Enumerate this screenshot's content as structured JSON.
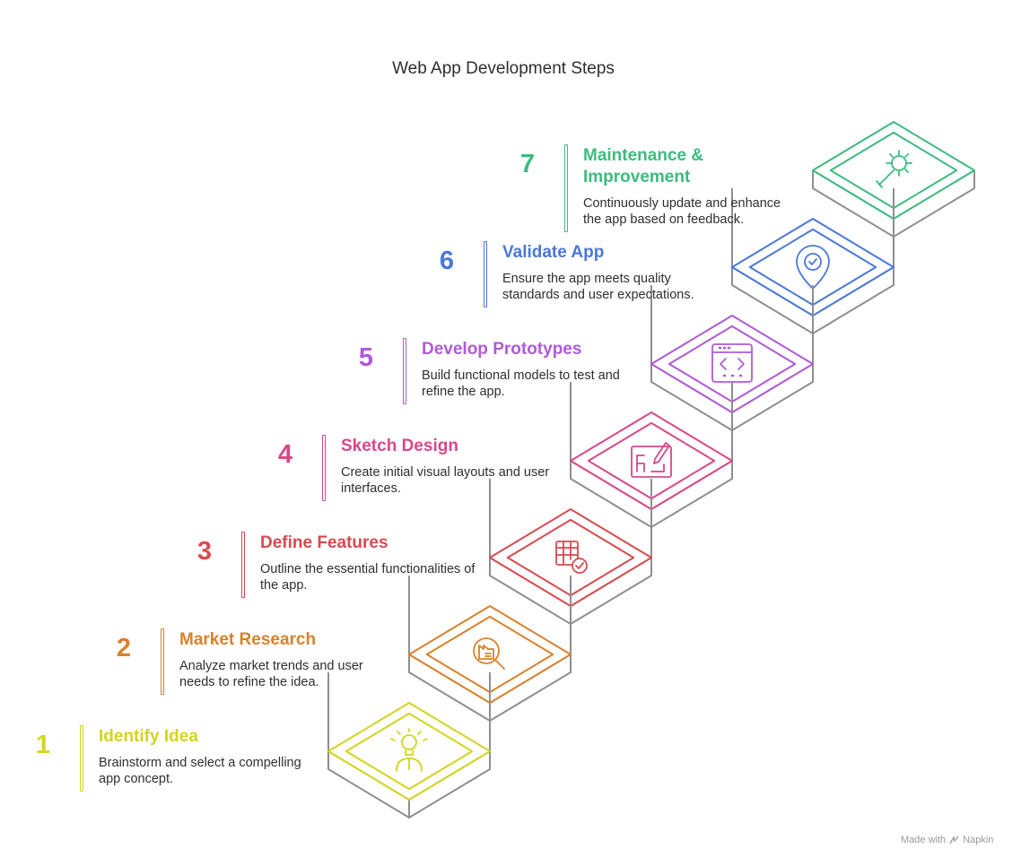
{
  "title": "Web App Development Steps",
  "steps": [
    {
      "number": "1",
      "title": "Identify Idea",
      "description": "Brainstorm and select a compelling app concept.",
      "color": "#d4d41e",
      "icon": "lightbulb-person-icon"
    },
    {
      "number": "2",
      "title": "Market Research",
      "description": "Analyze market trends and user needs to refine the idea.",
      "color": "#d9822b",
      "icon": "magnify-factory-icon"
    },
    {
      "number": "3",
      "title": "Define Features",
      "description": "Outline the essential functionalities of the app.",
      "color": "#d94a4f",
      "icon": "table-check-icon"
    },
    {
      "number": "4",
      "title": "Sketch Design",
      "description": "Create initial visual layouts and user interfaces.",
      "color": "#d9478a",
      "icon": "blueprint-pencil-icon"
    },
    {
      "number": "5",
      "title": "Develop Prototypes",
      "description": "Build functional models to test and refine the app.",
      "color": "#b05ad9",
      "icon": "code-window-icon"
    },
    {
      "number": "6",
      "title": "Validate App",
      "description": "Ensure the app meets quality standards and user expectations.",
      "color": "#4a78d9",
      "icon": "location-check-icon"
    },
    {
      "number": "7",
      "title": "Maintenance & Improvement",
      "description": "Continuously update and enhance the app based on feedback.",
      "color": "#3dbb7e",
      "icon": "wrench-gear-icon"
    }
  ],
  "watermark": {
    "prefix": "Made with",
    "brand": "Napkin"
  },
  "colors": {
    "stair_outline": "#8f8f8f",
    "text": "#2f2f2f",
    "watermark": "#9a9a9a"
  }
}
